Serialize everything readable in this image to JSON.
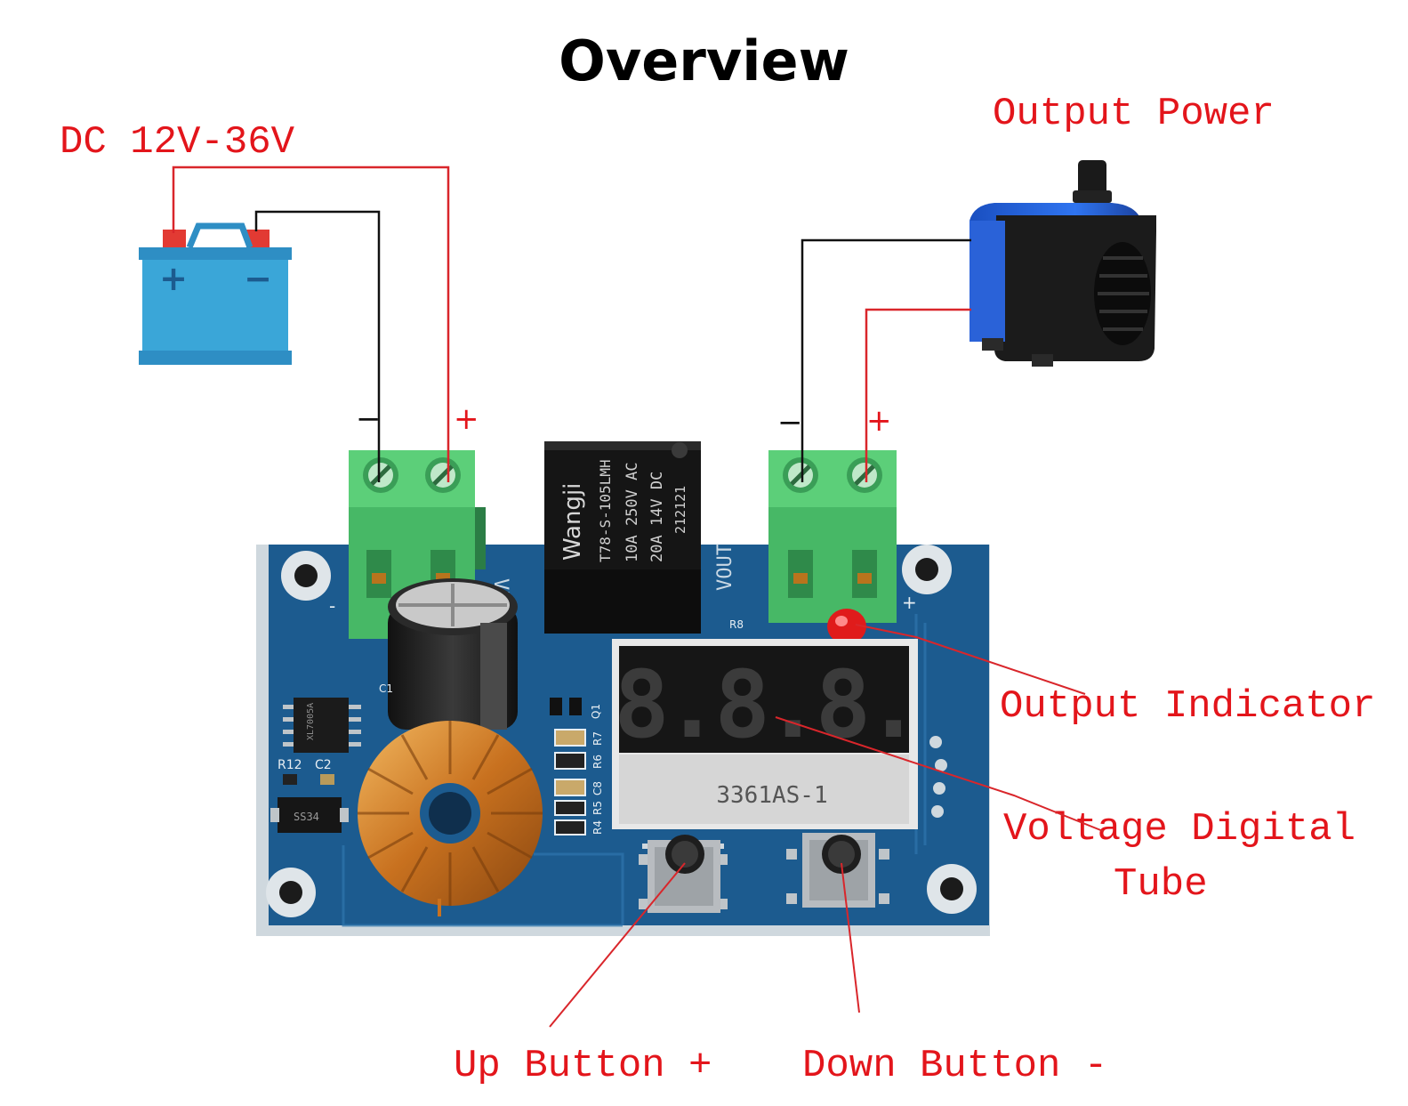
{
  "title": "Overview",
  "labels": {
    "input": "DC 12V-36V",
    "output_power": "Output Power",
    "output_indicator": "Output Indicator",
    "voltage_tube_line1": "Voltage Digital",
    "voltage_tube_line2": "Tube",
    "up_button": "Up Button +",
    "down_button": "Down Button -"
  },
  "signs": {
    "in_minus": "−",
    "in_plus": "+",
    "out_minus": "−",
    "out_plus": "+",
    "pcb_minus": "-",
    "pcb_plus": "+"
  },
  "board_text": {
    "relay_brand": "Wangji",
    "relay_line1": "T78-S-105LMH",
    "relay_line2": "10A 250V AC",
    "relay_line3": "20A 14V DC",
    "relay_line4": "212121",
    "vin": "VIN",
    "vout": "VOUT",
    "display_digits": "8.8.8.",
    "display_model": "3361AS-1",
    "chip": "XL7005A",
    "r12": "R12",
    "c2": "C2",
    "c1": "C1",
    "ss34": "SS34",
    "q1": "Q1",
    "r8": "R8",
    "r7": "R7",
    "r6": "R6",
    "c8": "C8",
    "r5": "R5",
    "r4": "R4",
    "battery_plus": "+",
    "battery_minus": "−"
  },
  "colors": {
    "label_red": "#e3151b",
    "wire_red": "#d9262b",
    "wire_black": "#111111",
    "pcb_blue": "#1c5b8f",
    "terminal_green": "#4cc06a",
    "battery_blue": "#3aa6d8",
    "pump_blue": "#1f5fd6"
  }
}
